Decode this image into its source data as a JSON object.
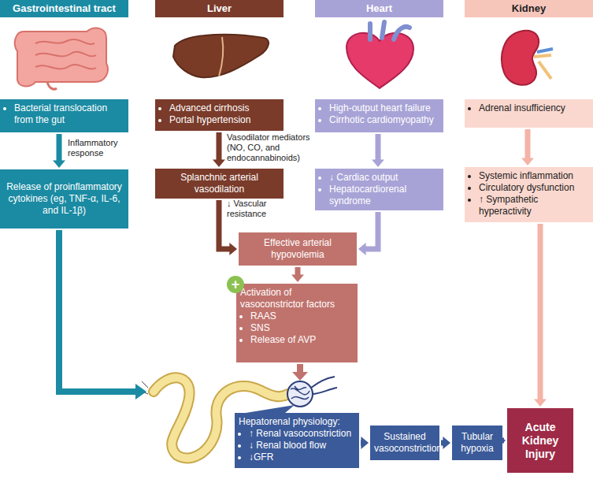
{
  "diagram": {
    "nodes": [
      {
        "text": [
          "Gastrointestinal tract"
        ]
      },
      {
        "text": [
          "Liver"
        ]
      },
      {
        "text": [
          "Heart"
        ]
      },
      {
        "text": [
          "Kidney"
        ]
      },
      {
        "text": [
          "Bacterial translocation from the gut"
        ]
      },
      {
        "text": [
          "Release of proinflammatory cytokines (eg, TNF-α, IL-6, and IL-1β)"
        ]
      },
      {
        "text": [
          "Advanced cirrhosis",
          "Portal hypertension"
        ]
      },
      {
        "text": [
          "Splanchnic arterial vasodilation"
        ]
      },
      {
        "text": [
          "High-output heart failure",
          "Cirrhotic cardiomyopathy"
        ]
      },
      {
        "text": [
          "↓ Cardiac output",
          "Hepatocardiorenal syndrome"
        ]
      },
      {
        "text": [
          "Adrenal insufficiency"
        ]
      },
      {
        "text": [
          "Systemic inflammation",
          "Circulatory dysfunction",
          "↑ Sympathetic hyperactivity"
        ]
      },
      {
        "text": [
          "Effective arterial hypovolemia"
        ]
      },
      {
        "text": [
          "Activation of vasoconstrictor factors",
          "RAAS",
          "SNS",
          "Release of AVP"
        ]
      },
      {
        "text": [
          "Hepatorenal physiology:",
          "↑ Renal vasoconstriction",
          "↓ Renal blood flow",
          "↓GFR"
        ]
      },
      {
        "text": [
          "Sustained vasoconstriction"
        ]
      },
      {
        "text": [
          "Tubular hypoxia"
        ]
      },
      {
        "text": [
          "Acute Kidney Injury"
        ]
      }
    ],
    "edges": [
      {
        "from": 4,
        "to": 5,
        "arrow": "to",
        "label": "Inflammatory response"
      },
      {
        "from": 6,
        "to": 7,
        "arrow": "to",
        "label": "Vasodilator mediators (NO, CO, and endocannabinoids)"
      },
      {
        "from": 7,
        "to": 12,
        "arrow": "to",
        "label": "↓ Vascular resistance"
      },
      {
        "from": 8,
        "to": 9,
        "arrow": "to"
      },
      {
        "from": 9,
        "to": 12,
        "arrow": "to"
      },
      {
        "from": 10,
        "to": 11,
        "arrow": "to"
      },
      {
        "from": 12,
        "to": 13,
        "arrow": "to"
      },
      {
        "from": 14,
        "to": 15,
        "arrow": "to"
      },
      {
        "from": 15,
        "to": 16,
        "arrow": "to"
      },
      {
        "from": 16,
        "to": 17,
        "arrow": "to"
      },
      {
        "from": 11,
        "to": 17,
        "arrow": "to"
      }
    ],
    "labels": [
      "+"
    ]
  }
}
